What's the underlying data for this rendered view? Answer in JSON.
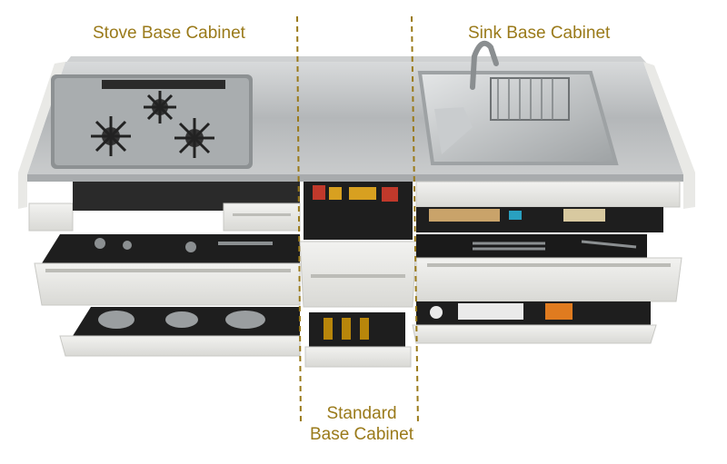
{
  "labels": {
    "stove": "Stove Base Cabinet",
    "sink": "Sink Base Cabinet",
    "standard_line1": "Standard",
    "standard_line2": "Base Cabinet"
  },
  "colors": {
    "label": "#9a7a1a",
    "divider": "#9a7a1a",
    "countertop": "#b9bcbe",
    "drawer_front": "#e6e6e3",
    "drawer_interior": "#1c1c1c"
  },
  "icons": [
    "gas-burner-icon",
    "faucet-icon",
    "dish-rack-icon"
  ]
}
